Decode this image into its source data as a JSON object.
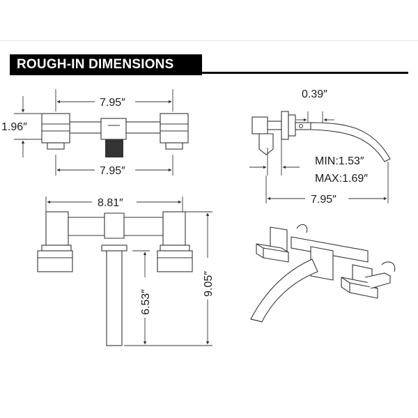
{
  "section_title": "ROUGH-IN DIMENSIONS",
  "dimensions": {
    "top_width_upper": "7.95″",
    "top_width_lower": "7.95″",
    "top_height": "1.96″",
    "side_depth": "0.39″",
    "side_min": "MIN:1.53″",
    "side_max": "MAX:1.69″",
    "side_length": "7.95″",
    "front_width": "8.81″",
    "front_spout_height": "6.53″",
    "front_total_height": "9.05″"
  },
  "colors": {
    "ink": "#333333",
    "banner": "#000000"
  }
}
